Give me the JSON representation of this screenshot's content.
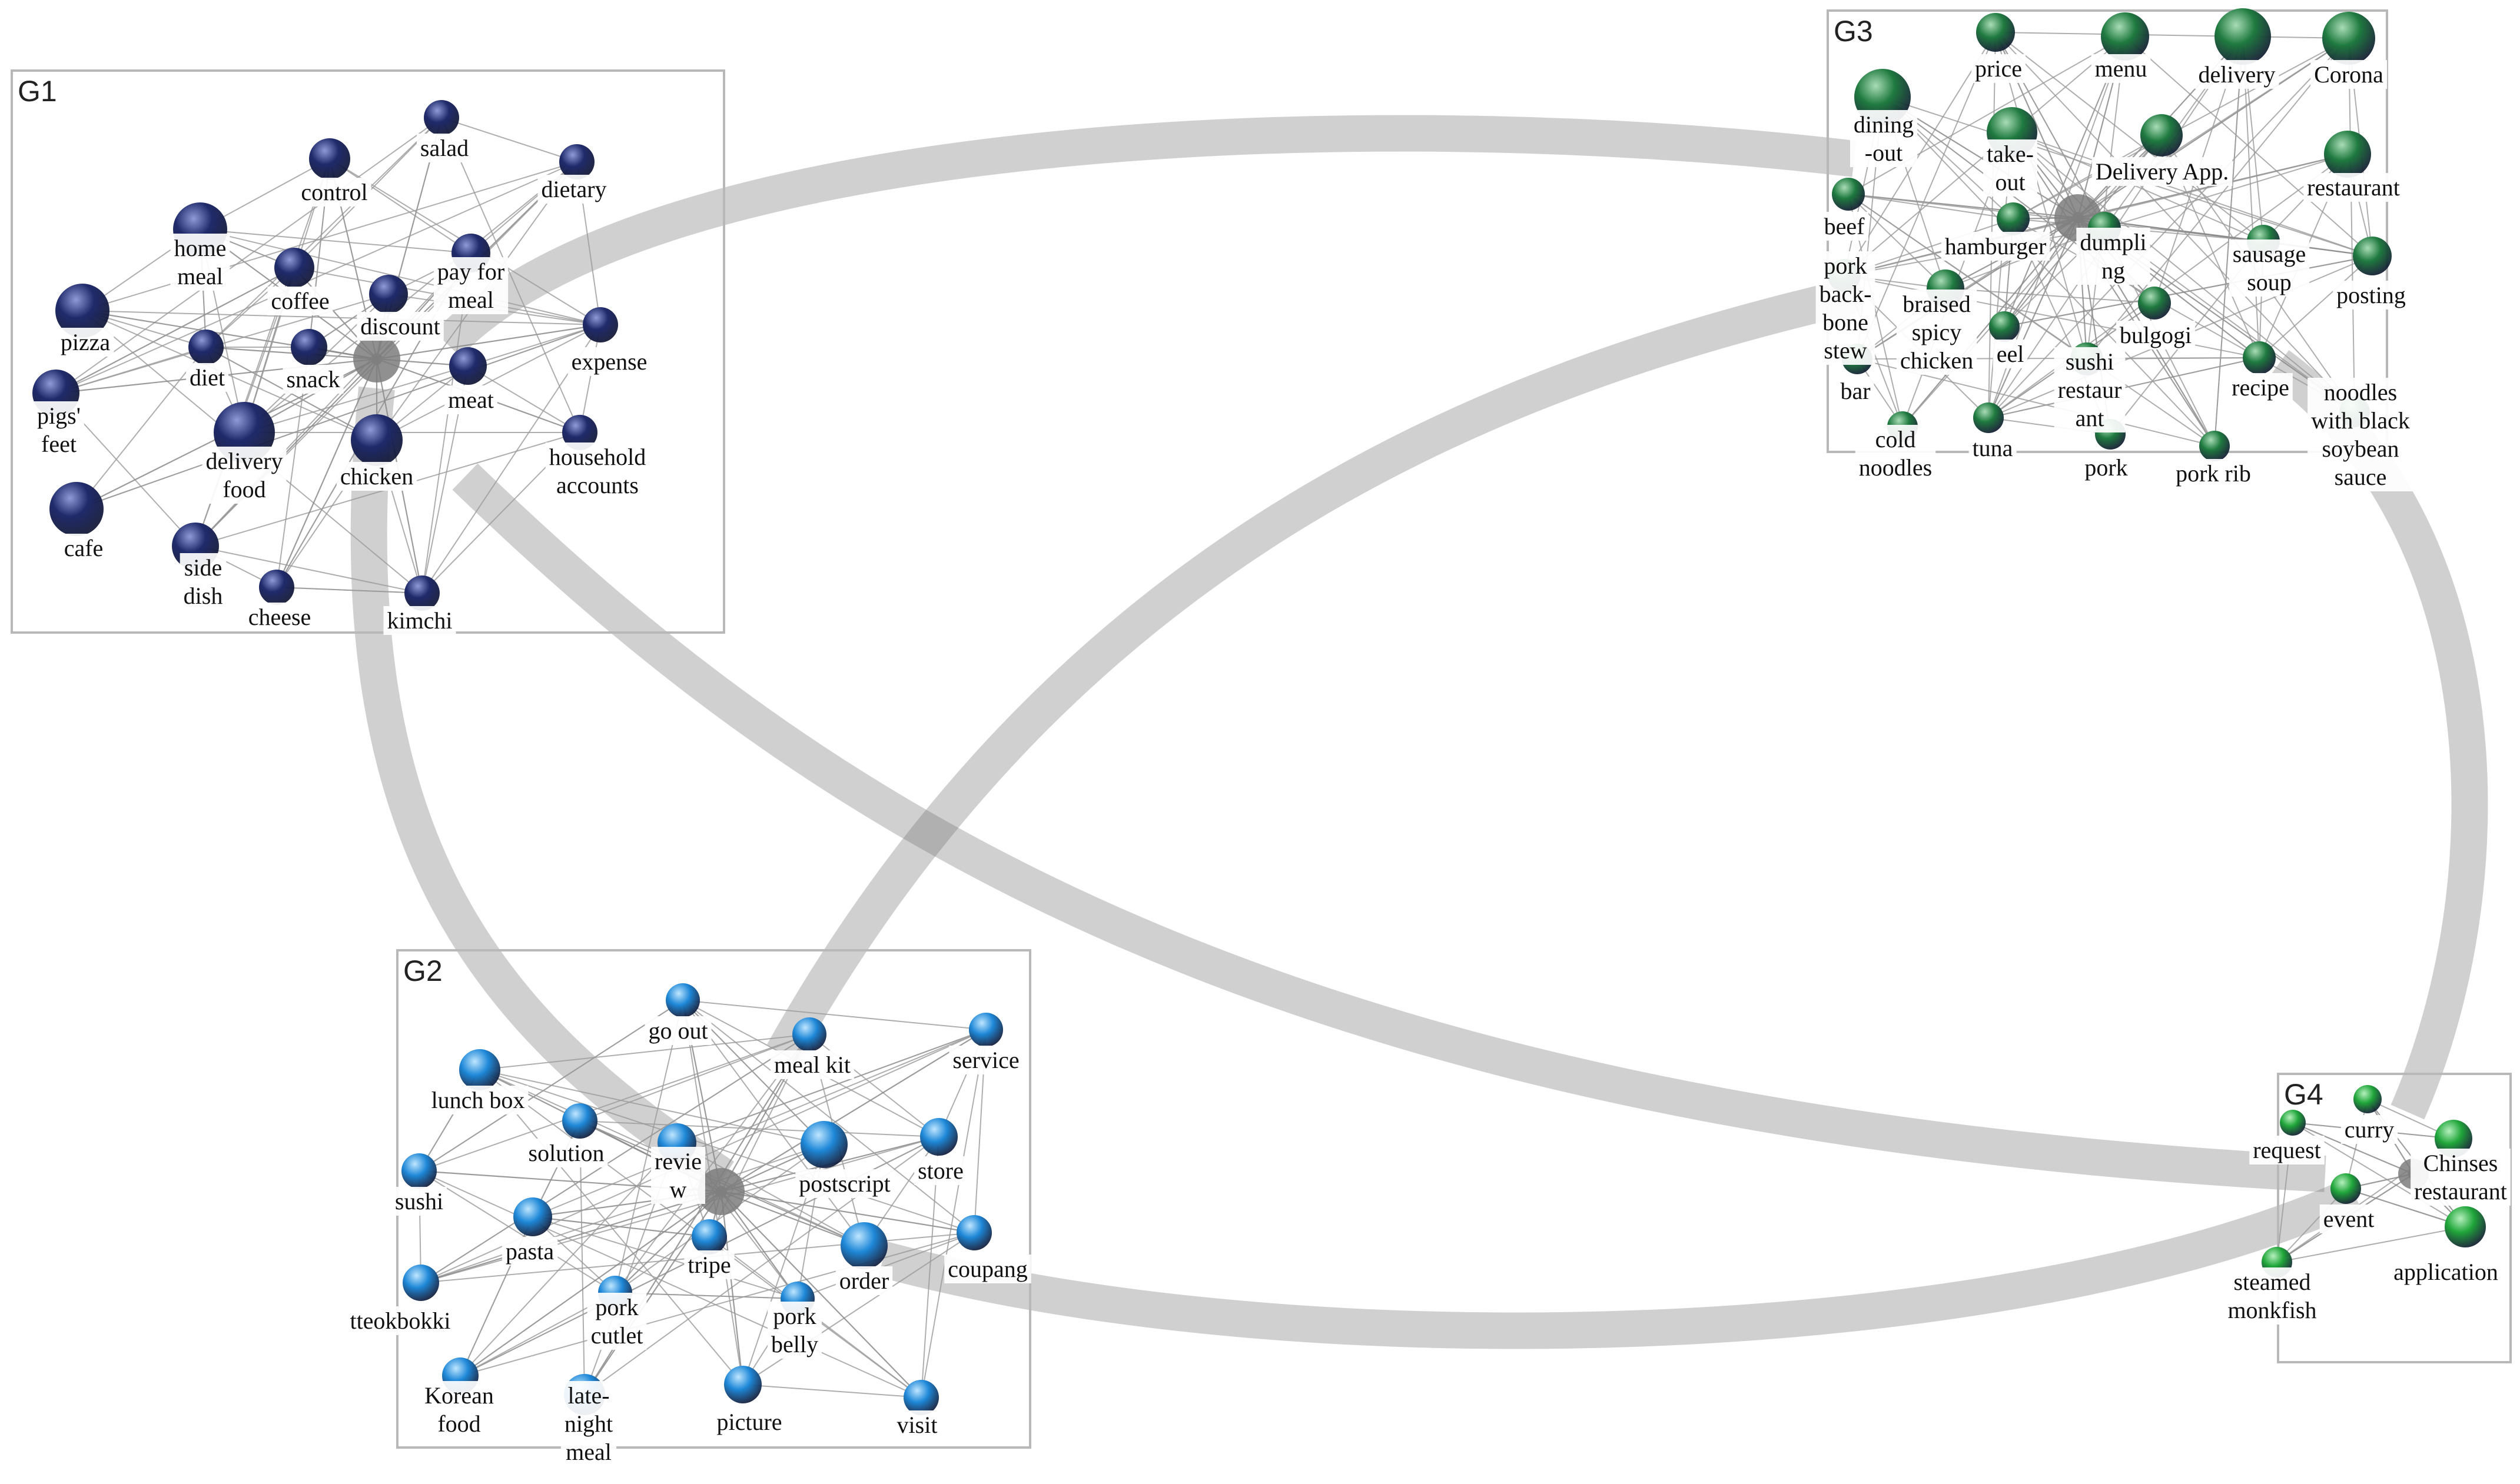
{
  "groups": [
    {
      "id": "G1",
      "label": "G1",
      "color": "#1f2a6b",
      "highlight": "#8f9ad8"
    },
    {
      "id": "G2",
      "label": "G2",
      "color": "#1e88d8",
      "highlight": "#bfe6ff"
    },
    {
      "id": "G3",
      "label": "G3",
      "color": "#1f7a3f",
      "highlight": "#a9dcb6"
    },
    {
      "id": "G4",
      "label": "G4",
      "color": "#20a63a",
      "highlight": "#b5f0bd"
    }
  ],
  "nodes": [
    {
      "id": "g1-salad",
      "group": "G1",
      "lines": [
        "salad"
      ]
    },
    {
      "id": "g1-control",
      "group": "G1",
      "lines": [
        "control"
      ]
    },
    {
      "id": "g1-dietary",
      "group": "G1",
      "lines": [
        "dietary"
      ]
    },
    {
      "id": "g1-home-meal",
      "group": "G1",
      "lines": [
        "home",
        "meal"
      ]
    },
    {
      "id": "g1-coffee",
      "group": "G1",
      "lines": [
        "coffee"
      ]
    },
    {
      "id": "g1-pay-for-meal",
      "group": "G1",
      "lines": [
        "pay for",
        "meal"
      ]
    },
    {
      "id": "g1-pizza",
      "group": "G1",
      "lines": [
        "pizza"
      ]
    },
    {
      "id": "g1-discount",
      "group": "G1",
      "lines": [
        "discount"
      ]
    },
    {
      "id": "g1-expense",
      "group": "G1",
      "lines": [
        "expense"
      ]
    },
    {
      "id": "g1-diet",
      "group": "G1",
      "lines": [
        "diet"
      ]
    },
    {
      "id": "g1-snack",
      "group": "G1",
      "lines": [
        "snack"
      ]
    },
    {
      "id": "g1-pigs-feet",
      "group": "G1",
      "lines": [
        "pigs'",
        "feet"
      ]
    },
    {
      "id": "g1-meat",
      "group": "G1",
      "lines": [
        "meat"
      ]
    },
    {
      "id": "g1-delivery-food",
      "group": "G1",
      "lines": [
        "delivery",
        "food"
      ]
    },
    {
      "id": "g1-household-accounts",
      "group": "G1",
      "lines": [
        "household",
        "accounts"
      ]
    },
    {
      "id": "g1-chicken",
      "group": "G1",
      "lines": [
        "chicken"
      ]
    },
    {
      "id": "g1-cafe",
      "group": "G1",
      "lines": [
        "cafe"
      ]
    },
    {
      "id": "g1-side-dish",
      "group": "G1",
      "lines": [
        "side",
        "dish"
      ]
    },
    {
      "id": "g1-cheese",
      "group": "G1",
      "lines": [
        "cheese"
      ]
    },
    {
      "id": "g1-kimchi",
      "group": "G1",
      "lines": [
        "kimchi"
      ]
    },
    {
      "id": "g2-go-out",
      "group": "G2",
      "lines": [
        "go  out"
      ]
    },
    {
      "id": "g2-meal-kit",
      "group": "G2",
      "lines": [
        "meal kit"
      ]
    },
    {
      "id": "g2-service",
      "group": "G2",
      "lines": [
        "service"
      ]
    },
    {
      "id": "g2-lunch-box",
      "group": "G2",
      "lines": [
        "lunch box"
      ]
    },
    {
      "id": "g2-solution",
      "group": "G2",
      "lines": [
        "solution"
      ]
    },
    {
      "id": "g2-review",
      "group": "G2",
      "lines": [
        "revie",
        "w"
      ]
    },
    {
      "id": "g2-postscript",
      "group": "G2",
      "lines": [
        "postscript"
      ]
    },
    {
      "id": "g2-store",
      "group": "G2",
      "lines": [
        "store"
      ]
    },
    {
      "id": "g2-sushi",
      "group": "G2",
      "lines": [
        "sushi"
      ]
    },
    {
      "id": "g2-pasta",
      "group": "G2",
      "lines": [
        "pasta"
      ]
    },
    {
      "id": "g2-tripe",
      "group": "G2",
      "lines": [
        "tripe"
      ]
    },
    {
      "id": "g2-order",
      "group": "G2",
      "lines": [
        "order"
      ]
    },
    {
      "id": "g2-coupang",
      "group": "G2",
      "lines": [
        "coupang"
      ]
    },
    {
      "id": "g2-tteokbokki",
      "group": "G2",
      "lines": [
        "tteokbokki"
      ]
    },
    {
      "id": "g2-pork-cutlet",
      "group": "G2",
      "lines": [
        "pork",
        "cutlet"
      ]
    },
    {
      "id": "g2-pork-belly",
      "group": "G2",
      "lines": [
        "pork",
        "belly"
      ]
    },
    {
      "id": "g2-korean-food",
      "group": "G2",
      "lines": [
        "Korean",
        "food"
      ]
    },
    {
      "id": "g2-late-night-meal",
      "group": "G2",
      "lines": [
        "late-",
        "night",
        "meal"
      ]
    },
    {
      "id": "g2-picture",
      "group": "G2",
      "lines": [
        "picture"
      ]
    },
    {
      "id": "g2-visit",
      "group": "G2",
      "lines": [
        "visit"
      ]
    },
    {
      "id": "g3-price",
      "group": "G3",
      "lines": [
        "price"
      ]
    },
    {
      "id": "g3-menu",
      "group": "G3",
      "lines": [
        "menu"
      ]
    },
    {
      "id": "g3-delivery",
      "group": "G3",
      "lines": [
        "delivery"
      ]
    },
    {
      "id": "g3-corona",
      "group": "G3",
      "lines": [
        "Corona"
      ]
    },
    {
      "id": "g3-dining-out",
      "group": "G3",
      "lines": [
        "dining",
        "-out"
      ]
    },
    {
      "id": "g3-take-out",
      "group": "G3",
      "lines": [
        "take-",
        "out"
      ]
    },
    {
      "id": "g3-delivery-app",
      "group": "G3",
      "lines": [
        "Delivery App."
      ]
    },
    {
      "id": "g3-restaurant",
      "group": "G3",
      "lines": [
        "restaurant"
      ]
    },
    {
      "id": "g3-beef",
      "group": "G3",
      "lines": [
        "beef"
      ]
    },
    {
      "id": "g3-hamburger",
      "group": "G3",
      "lines": [
        "hamburger"
      ]
    },
    {
      "id": "g3-dumpling",
      "group": "G3",
      "lines": [
        "dumpli",
        "ng"
      ]
    },
    {
      "id": "g3-sausage-soup",
      "group": "G3",
      "lines": [
        "sausage",
        "soup"
      ]
    },
    {
      "id": "g3-posting",
      "group": "G3",
      "lines": [
        "posting"
      ]
    },
    {
      "id": "g3-pork-back-bone-stew",
      "group": "G3",
      "lines": [
        "pork",
        "back-",
        "bone",
        "stew"
      ]
    },
    {
      "id": "g3-braised-spicy-chicken",
      "group": "G3",
      "lines": [
        "braised",
        "spicy",
        "chicken"
      ]
    },
    {
      "id": "g3-bulgogi",
      "group": "G3",
      "lines": [
        "bulgogi"
      ]
    },
    {
      "id": "g3-eel",
      "group": "G3",
      "lines": [
        "eel"
      ]
    },
    {
      "id": "g3-sushi-restaurant",
      "group": "G3",
      "lines": [
        "sushi",
        "restaur",
        "ant"
      ]
    },
    {
      "id": "g3-recipe",
      "group": "G3",
      "lines": [
        "recipe"
      ]
    },
    {
      "id": "g3-noodles-black-soybean",
      "group": "G3",
      "lines": [
        "noodles",
        "with black",
        "soybean",
        "sauce"
      ]
    },
    {
      "id": "g3-bar",
      "group": "G3",
      "lines": [
        "bar"
      ]
    },
    {
      "id": "g3-cold-noodles",
      "group": "G3",
      "lines": [
        "cold",
        "noodles"
      ]
    },
    {
      "id": "g3-tuna",
      "group": "G3",
      "lines": [
        "tuna"
      ]
    },
    {
      "id": "g3-pork",
      "group": "G3",
      "lines": [
        "pork"
      ]
    },
    {
      "id": "g3-pork-rib",
      "group": "G3",
      "lines": [
        "pork rib"
      ]
    },
    {
      "id": "g4-curry",
      "group": "G4",
      "lines": [
        "curry"
      ]
    },
    {
      "id": "g4-request",
      "group": "G4",
      "lines": [
        "request"
      ]
    },
    {
      "id": "g4-chinses-restaurant",
      "group": "G4",
      "lines": [
        "Chinses",
        "restaurant"
      ]
    },
    {
      "id": "g4-event",
      "group": "G4",
      "lines": [
        "event"
      ]
    },
    {
      "id": "g4-application",
      "group": "G4",
      "lines": [
        "application"
      ]
    },
    {
      "id": "g4-steamed-monkfish",
      "group": "G4",
      "lines": [
        "steamed",
        "monkfish"
      ]
    }
  ]
}
